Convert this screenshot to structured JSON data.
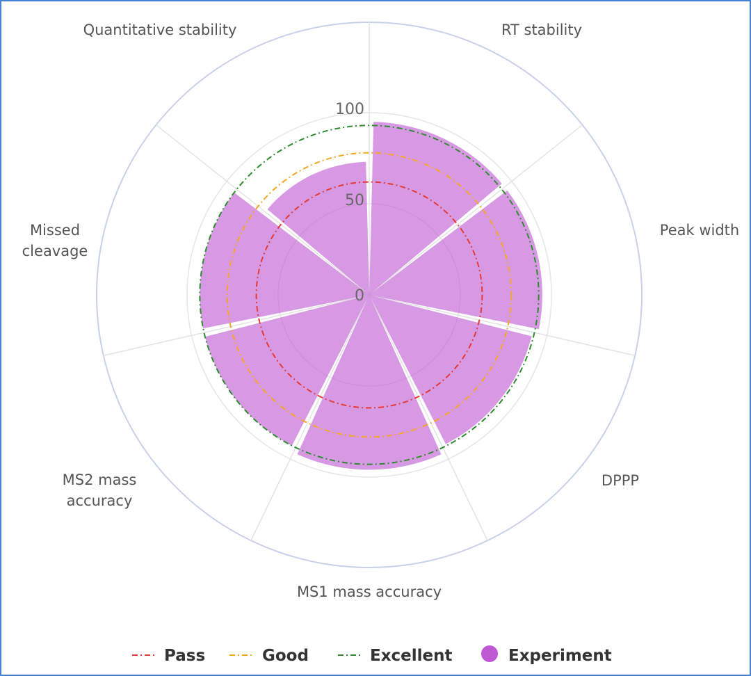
{
  "chart_data": {
    "type": "polar-bar",
    "title": "",
    "categories": [
      "RT stability",
      "Peak width",
      "DPPP",
      "MS1 mass accuracy",
      "MS2 mass accuracy",
      "Missed cleavage",
      "Quantitative stability"
    ],
    "series": [
      {
        "name": "Experiment",
        "color": "#c05ad4",
        "values": [
          95,
          95,
          92,
          96,
          93,
          93,
          73
        ]
      }
    ],
    "thresholds": [
      {
        "name": "Pass",
        "value": 62,
        "color": "#e53935"
      },
      {
        "name": "Good",
        "value": 78,
        "color": "#f5a623"
      },
      {
        "name": "Excellent",
        "value": 93,
        "color": "#2e8b2e"
      }
    ],
    "radial_ticks": [
      "0",
      "50",
      "100"
    ],
    "rmax": 150,
    "grid": true,
    "legend_position": "bottom"
  }
}
